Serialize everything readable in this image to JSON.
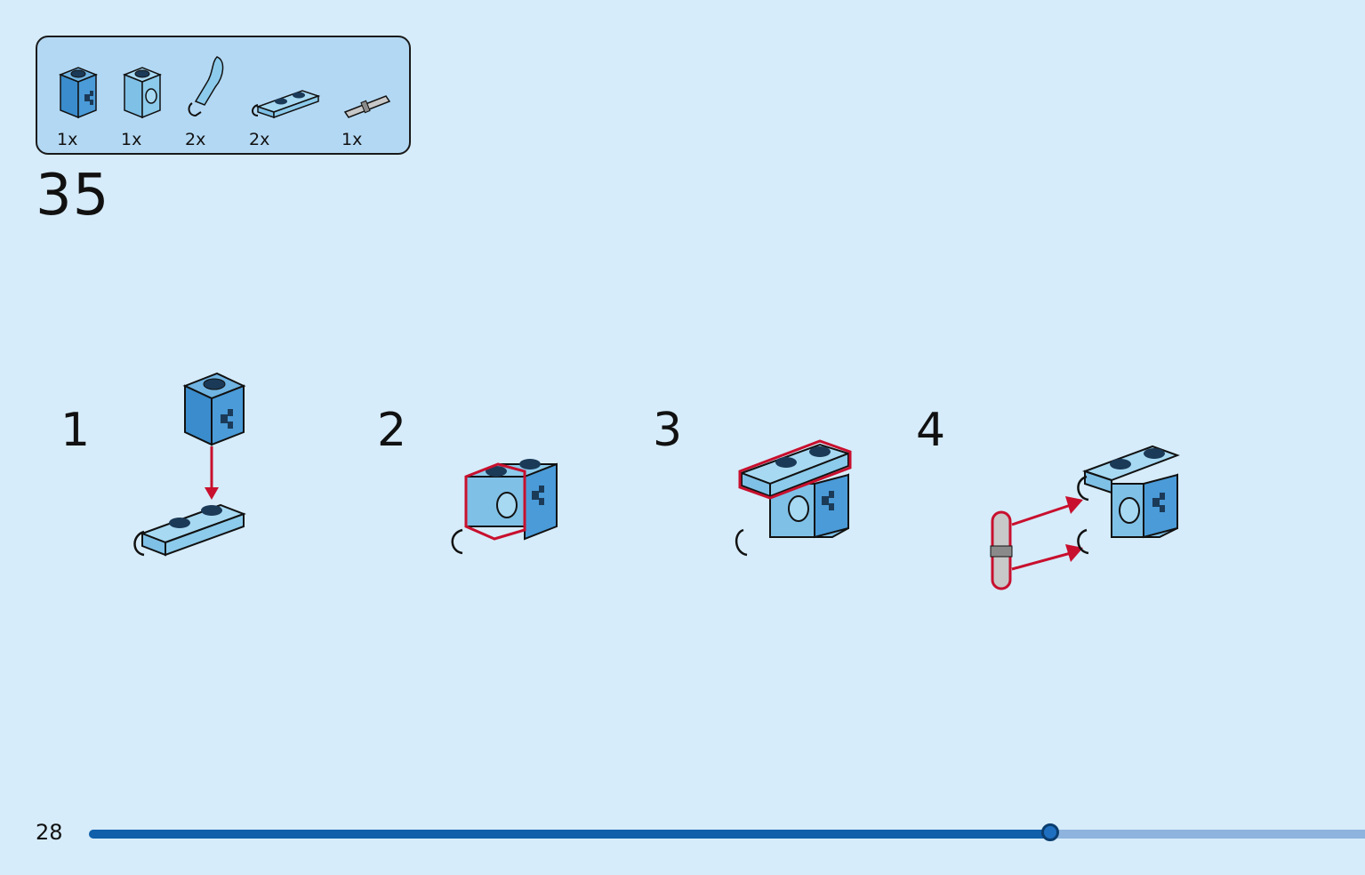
{
  "parts": [
    {
      "icon": "technic-brick-1x1-axle-hole-icon",
      "qty": "1x"
    },
    {
      "icon": "technic-brick-1x1-pin-hole-icon",
      "qty": "1x"
    },
    {
      "icon": "curved-arm-clip-icon",
      "qty": "2x"
    },
    {
      "icon": "plate-1x2-with-clip-icon",
      "qty": "2x"
    },
    {
      "icon": "technic-pin-icon",
      "qty": "1x"
    }
  ],
  "step": {
    "number": "35"
  },
  "sub_steps": [
    "1",
    "2",
    "3",
    "4"
  ],
  "page": {
    "number": "28"
  },
  "progress": {
    "fraction": 0.753
  },
  "colors": {
    "background": "#d6ecfa",
    "parts_box": "#b3d8f3",
    "brick_dark": "#4a9bd8",
    "brick_light": "#8ccbeb",
    "highlight": "#c8102e",
    "progress_fill": "#0f5faa",
    "progress_rest": "#8eb4de"
  }
}
